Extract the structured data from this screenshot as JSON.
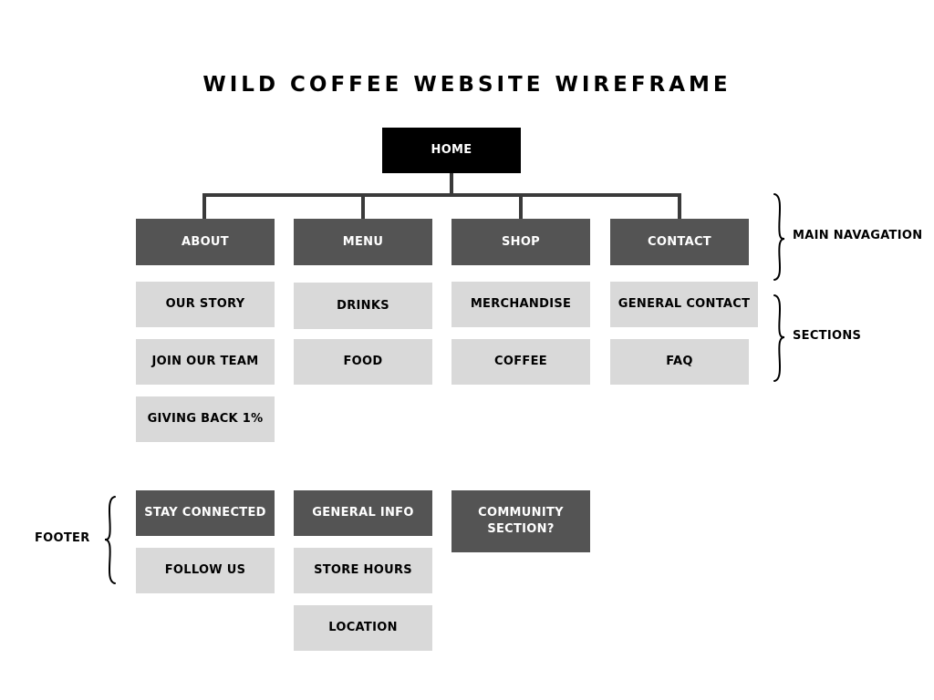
{
  "title": "WILD COFFEE WEBSITE WIREFRAME",
  "colors": {
    "home_fill": "#000000",
    "main_nav_fill": "#545454",
    "section_fill": "#d9d9d9",
    "connector": "#3a3a3a"
  },
  "home": "HOME",
  "main_nav": [
    "ABOUT",
    "MENU",
    "SHOP",
    "CONTACT"
  ],
  "sections": {
    "about": [
      "OUR STORY",
      "JOIN OUR TEAM",
      "GIVING BACK 1%"
    ],
    "menu": [
      "DRINKS",
      "FOOD"
    ],
    "shop": [
      "MERCHANDISE",
      "COFFEE"
    ],
    "contact": [
      "GENERAL CONTACT",
      "FAQ"
    ]
  },
  "footer": {
    "headers": [
      "STAY CONNECTED",
      "GENERAL INFO",
      "COMMUNITY SECTION?"
    ],
    "stay_connected_items": [
      "FOLLOW US"
    ],
    "general_info_items": [
      "STORE HOURS",
      "LOCATION"
    ]
  },
  "labels": {
    "main_navigation": "MAIN NAVAGATION",
    "sections": "SECTIONS",
    "footer": "FOOTER"
  }
}
